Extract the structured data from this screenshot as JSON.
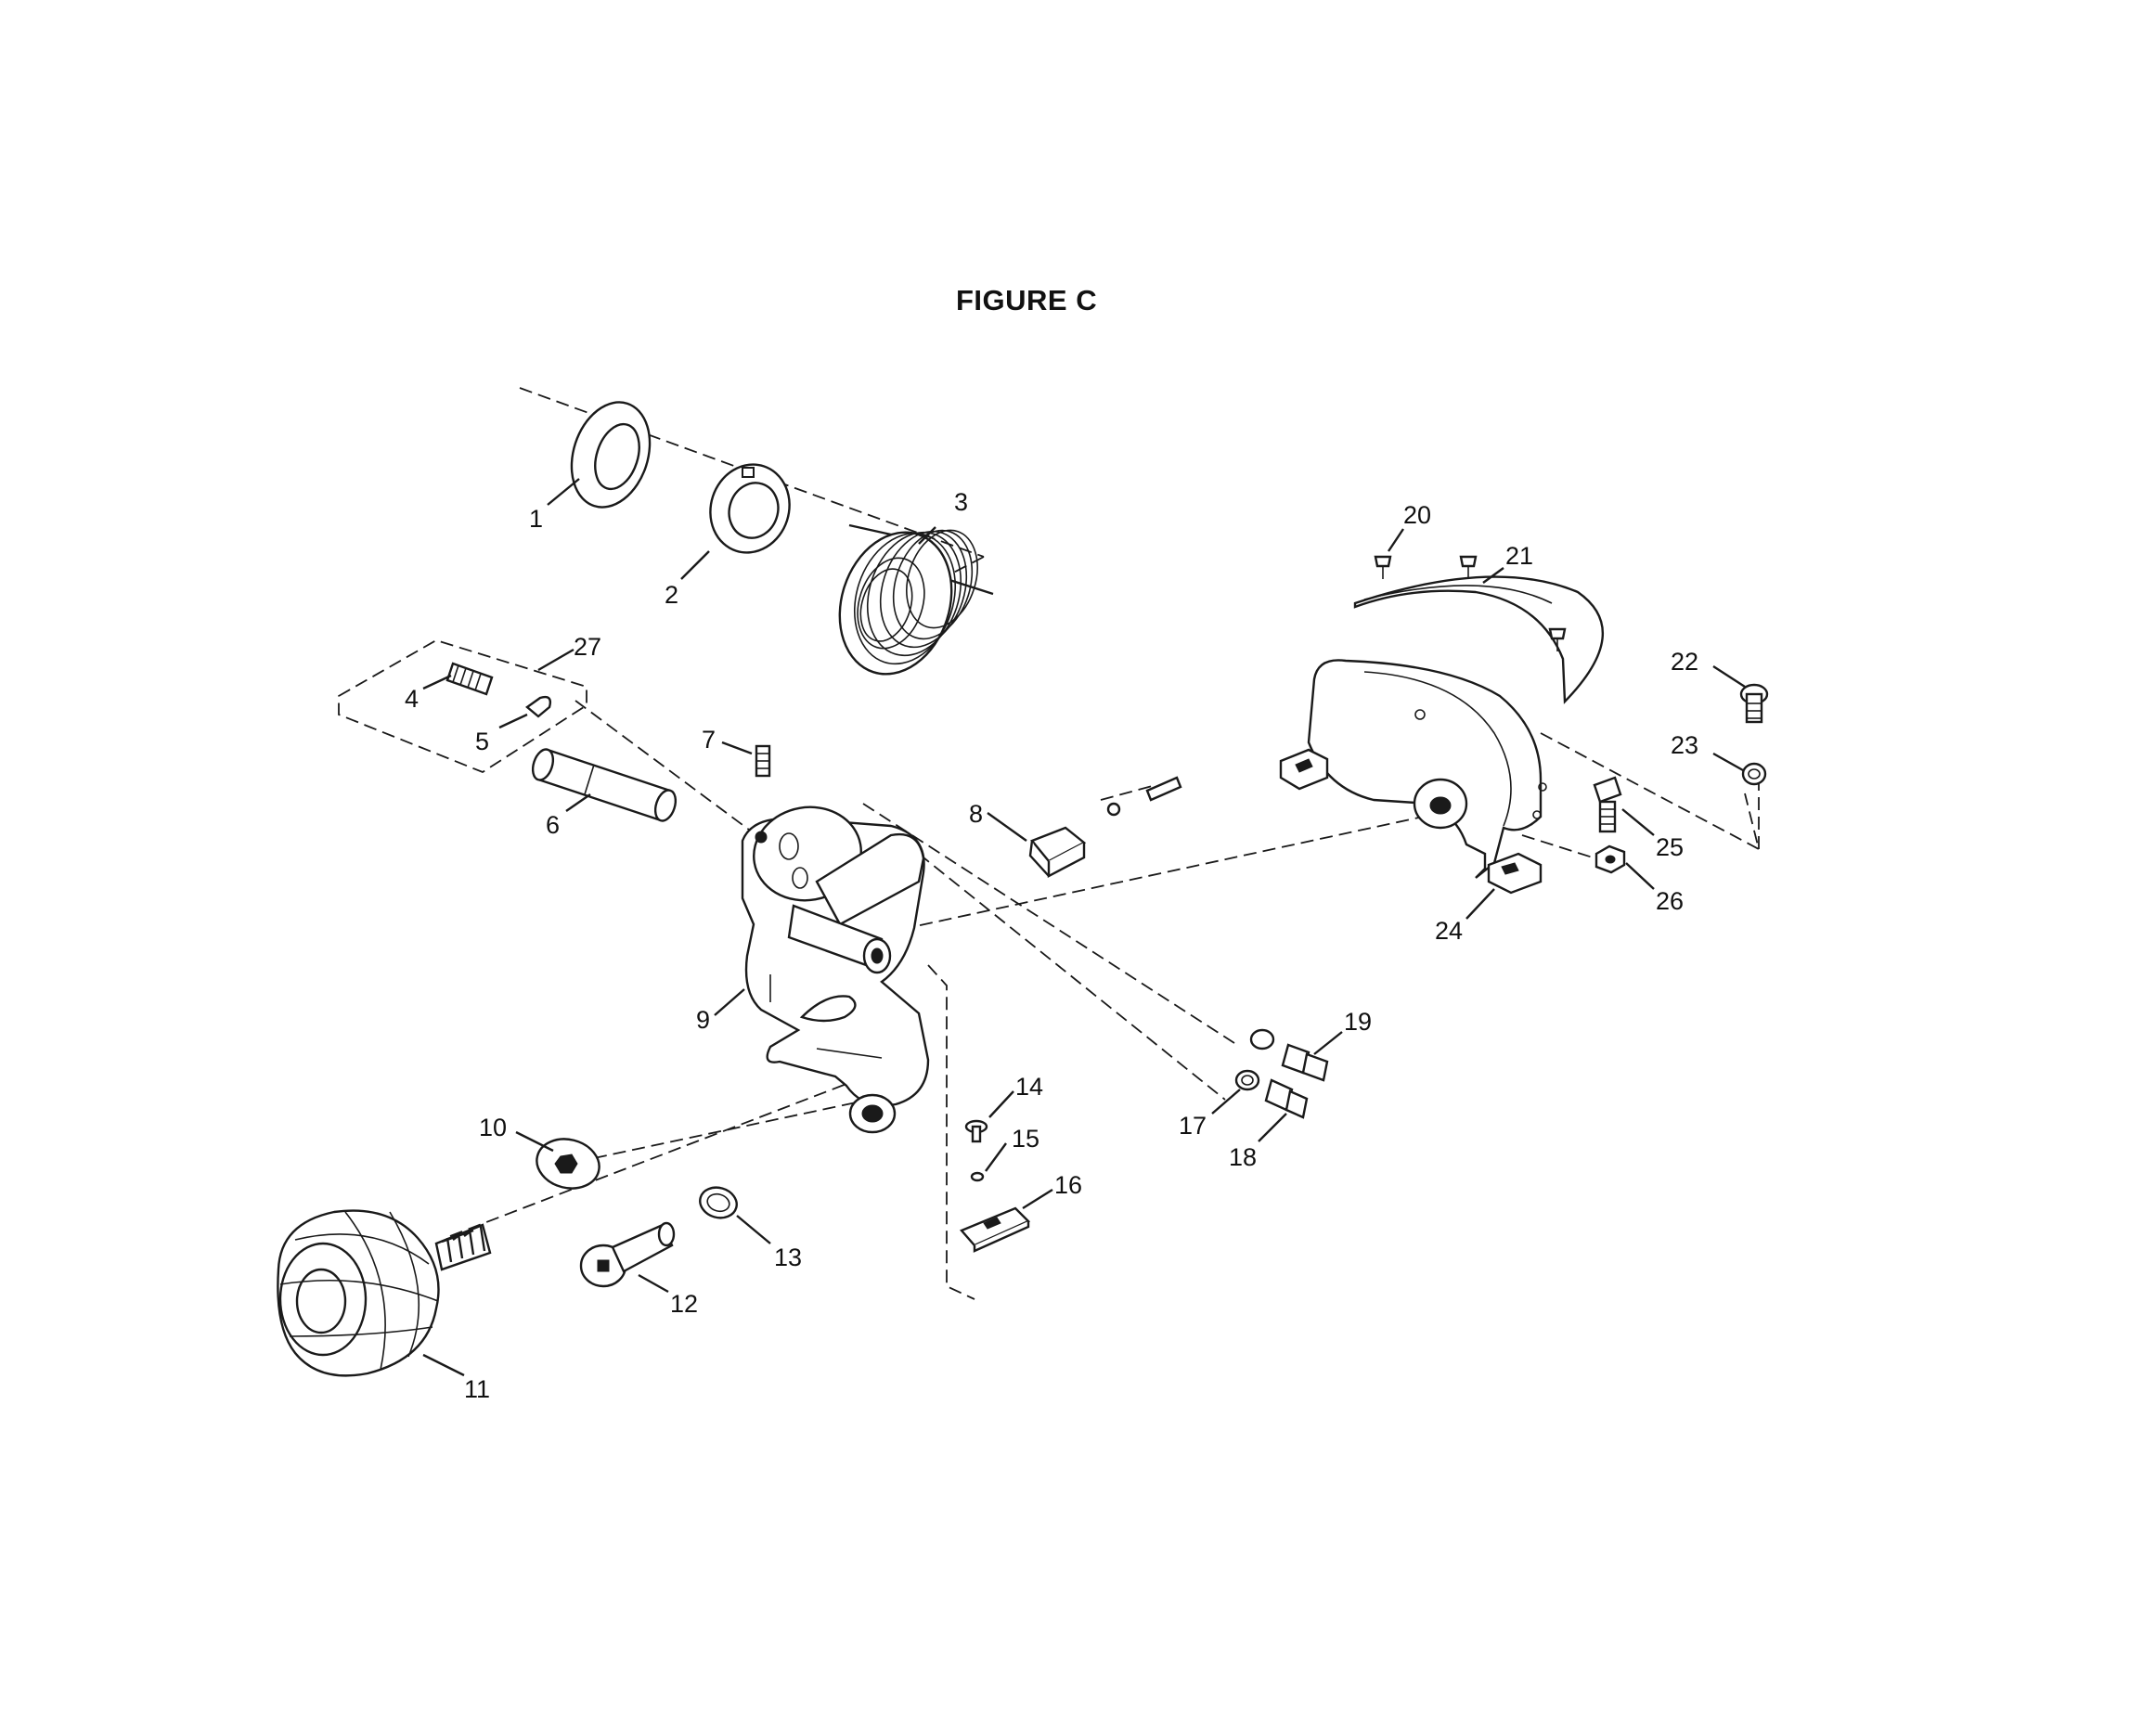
{
  "figure": {
    "title": "FIGURE C"
  },
  "callouts": [
    {
      "number": "1",
      "part": "washer"
    },
    {
      "number": "2",
      "part": "spacer"
    },
    {
      "number": "3",
      "part": "spring"
    },
    {
      "number": "4",
      "part": "set-screw"
    },
    {
      "number": "5",
      "part": "pin"
    },
    {
      "number": "6",
      "part": "shaft"
    },
    {
      "number": "7",
      "part": "screw"
    },
    {
      "number": "8",
      "part": "clip"
    },
    {
      "number": "9",
      "part": "bracket"
    },
    {
      "number": "10",
      "part": "washer"
    },
    {
      "number": "11",
      "part": "knob"
    },
    {
      "number": "12",
      "part": "bolt"
    },
    {
      "number": "13",
      "part": "washer"
    },
    {
      "number": "14",
      "part": "screw"
    },
    {
      "number": "15",
      "part": "washer"
    },
    {
      "number": "16",
      "part": "plate"
    },
    {
      "number": "17",
      "part": "washer"
    },
    {
      "number": "18",
      "part": "screw"
    },
    {
      "number": "19",
      "part": "screw"
    },
    {
      "number": "20",
      "part": "screw"
    },
    {
      "number": "21",
      "part": "guard"
    },
    {
      "number": "22",
      "part": "screw"
    },
    {
      "number": "23",
      "part": "washer"
    },
    {
      "number": "24",
      "part": "guard-housing"
    },
    {
      "number": "25",
      "part": "bolt"
    },
    {
      "number": "26",
      "part": "nut"
    },
    {
      "number": "27",
      "part": "kit"
    }
  ]
}
